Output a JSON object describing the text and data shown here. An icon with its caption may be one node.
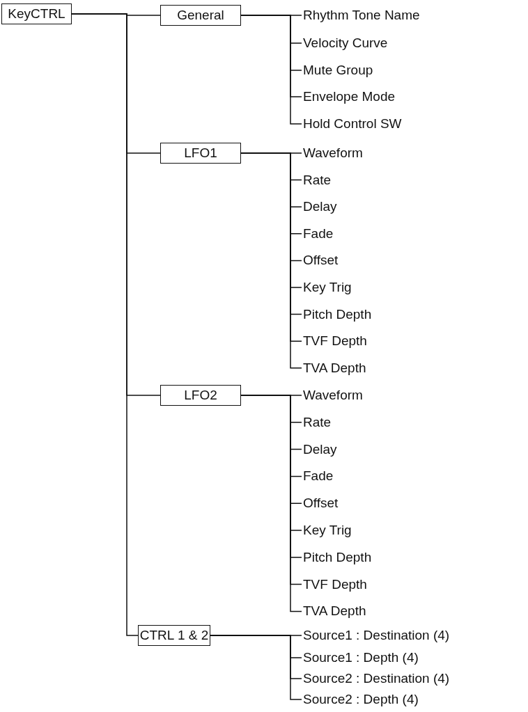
{
  "diagram": {
    "nodes": [
      {
        "text": [
          "KeyCTRL"
        ]
      },
      {
        "text": [
          "General"
        ]
      },
      {
        "text": [
          "Rhythm Tone Name"
        ]
      },
      {
        "text": [
          "Velocity Curve"
        ]
      },
      {
        "text": [
          "Mute Group"
        ]
      },
      {
        "text": [
          "Envelope Mode"
        ]
      },
      {
        "text": [
          "Hold Control SW"
        ]
      },
      {
        "text": [
          "LFO1"
        ]
      },
      {
        "text": [
          "Waveform"
        ]
      },
      {
        "text": [
          "Rate"
        ]
      },
      {
        "text": [
          "Delay"
        ]
      },
      {
        "text": [
          "Fade"
        ]
      },
      {
        "text": [
          "Offset"
        ]
      },
      {
        "text": [
          "Key Trig"
        ]
      },
      {
        "text": [
          "Pitch Depth"
        ]
      },
      {
        "text": [
          "TVF Depth"
        ]
      },
      {
        "text": [
          "TVA Depth"
        ]
      },
      {
        "text": [
          "LFO2"
        ]
      },
      {
        "text": [
          "Waveform"
        ]
      },
      {
        "text": [
          "Rate"
        ]
      },
      {
        "text": [
          "Delay"
        ]
      },
      {
        "text": [
          "Fade"
        ]
      },
      {
        "text": [
          "Offset"
        ]
      },
      {
        "text": [
          "Key Trig"
        ]
      },
      {
        "text": [
          "Pitch Depth"
        ]
      },
      {
        "text": [
          "TVF Depth"
        ]
      },
      {
        "text": [
          "TVA Depth"
        ]
      },
      {
        "text": [
          "CTRL 1 & 2"
        ]
      },
      {
        "text": [
          "Source1 : Destination (4)"
        ]
      },
      {
        "text": [
          "Source1 : Depth (4)"
        ]
      },
      {
        "text": [
          "Source2 : Destination (4)"
        ]
      },
      {
        "text": [
          "Source2 : Depth (4)"
        ]
      }
    ],
    "edges": [
      {
        "from": 0,
        "to": 1,
        "arrow": "none"
      },
      {
        "from": 0,
        "to": 7,
        "arrow": "none"
      },
      {
        "from": 0,
        "to": 17,
        "arrow": "none"
      },
      {
        "from": 0,
        "to": 27,
        "arrow": "none"
      },
      {
        "from": 1,
        "to": 2,
        "arrow": "none"
      },
      {
        "from": 1,
        "to": 3,
        "arrow": "none"
      },
      {
        "from": 1,
        "to": 4,
        "arrow": "none"
      },
      {
        "from": 1,
        "to": 5,
        "arrow": "none"
      },
      {
        "from": 1,
        "to": 6,
        "arrow": "none"
      },
      {
        "from": 7,
        "to": 8,
        "arrow": "none"
      },
      {
        "from": 7,
        "to": 9,
        "arrow": "none"
      },
      {
        "from": 7,
        "to": 10,
        "arrow": "none"
      },
      {
        "from": 7,
        "to": 11,
        "arrow": "none"
      },
      {
        "from": 7,
        "to": 12,
        "arrow": "none"
      },
      {
        "from": 7,
        "to": 13,
        "arrow": "none"
      },
      {
        "from": 7,
        "to": 14,
        "arrow": "none"
      },
      {
        "from": 7,
        "to": 15,
        "arrow": "none"
      },
      {
        "from": 7,
        "to": 16,
        "arrow": "none"
      },
      {
        "from": 17,
        "to": 18,
        "arrow": "none"
      },
      {
        "from": 17,
        "to": 19,
        "arrow": "none"
      },
      {
        "from": 17,
        "to": 20,
        "arrow": "none"
      },
      {
        "from": 17,
        "to": 21,
        "arrow": "none"
      },
      {
        "from": 17,
        "to": 22,
        "arrow": "none"
      },
      {
        "from": 17,
        "to": 23,
        "arrow": "none"
      },
      {
        "from": 17,
        "to": 24,
        "arrow": "none"
      },
      {
        "from": 17,
        "to": 25,
        "arrow": "none"
      },
      {
        "from": 17,
        "to": 26,
        "arrow": "none"
      },
      {
        "from": 27,
        "to": 28,
        "arrow": "none"
      },
      {
        "from": 27,
        "to": 29,
        "arrow": "none"
      },
      {
        "from": 27,
        "to": 30,
        "arrow": "none"
      },
      {
        "from": 27,
        "to": 31,
        "arrow": "none"
      }
    ]
  }
}
